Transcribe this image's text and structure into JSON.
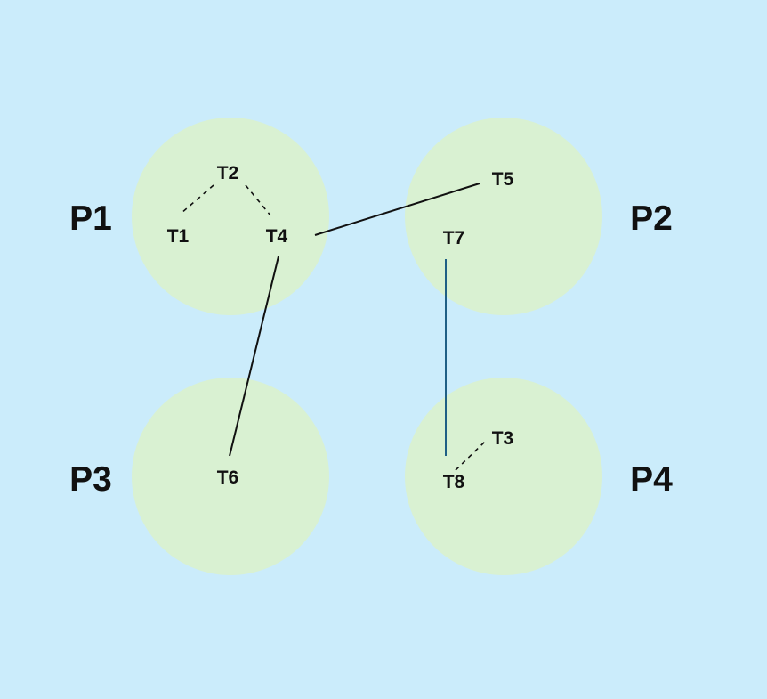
{
  "colors": {
    "background": "#cbecfb",
    "processor_fill": "#d9f1d2",
    "edge": "#111111",
    "edge_accent": "#1f5f85"
  },
  "processors": [
    {
      "id": "P1",
      "label": "P1"
    },
    {
      "id": "P2",
      "label": "P2"
    },
    {
      "id": "P3",
      "label": "P3"
    },
    {
      "id": "P4",
      "label": "P4"
    }
  ],
  "tasks": [
    {
      "id": "T1",
      "label": "T1",
      "processor": "P1"
    },
    {
      "id": "T2",
      "label": "T2",
      "processor": "P1"
    },
    {
      "id": "T4",
      "label": "T4",
      "processor": "P1"
    },
    {
      "id": "T5",
      "label": "T5",
      "processor": "P2"
    },
    {
      "id": "T7",
      "label": "T7",
      "processor": "P2"
    },
    {
      "id": "T6",
      "label": "T6",
      "processor": "P3"
    },
    {
      "id": "T3",
      "label": "T3",
      "processor": "P4"
    },
    {
      "id": "T8",
      "label": "T8",
      "processor": "P4"
    }
  ],
  "edges": [
    {
      "from": "T2",
      "to": "T1",
      "style": "dashed"
    },
    {
      "from": "T2",
      "to": "T4",
      "style": "dashed"
    },
    {
      "from": "T4",
      "to": "T5",
      "style": "solid"
    },
    {
      "from": "T4",
      "to": "T6",
      "style": "solid"
    },
    {
      "from": "T7",
      "to": "T8",
      "style": "solid",
      "color": "accent"
    },
    {
      "from": "T8",
      "to": "T3",
      "style": "dashed"
    }
  ]
}
